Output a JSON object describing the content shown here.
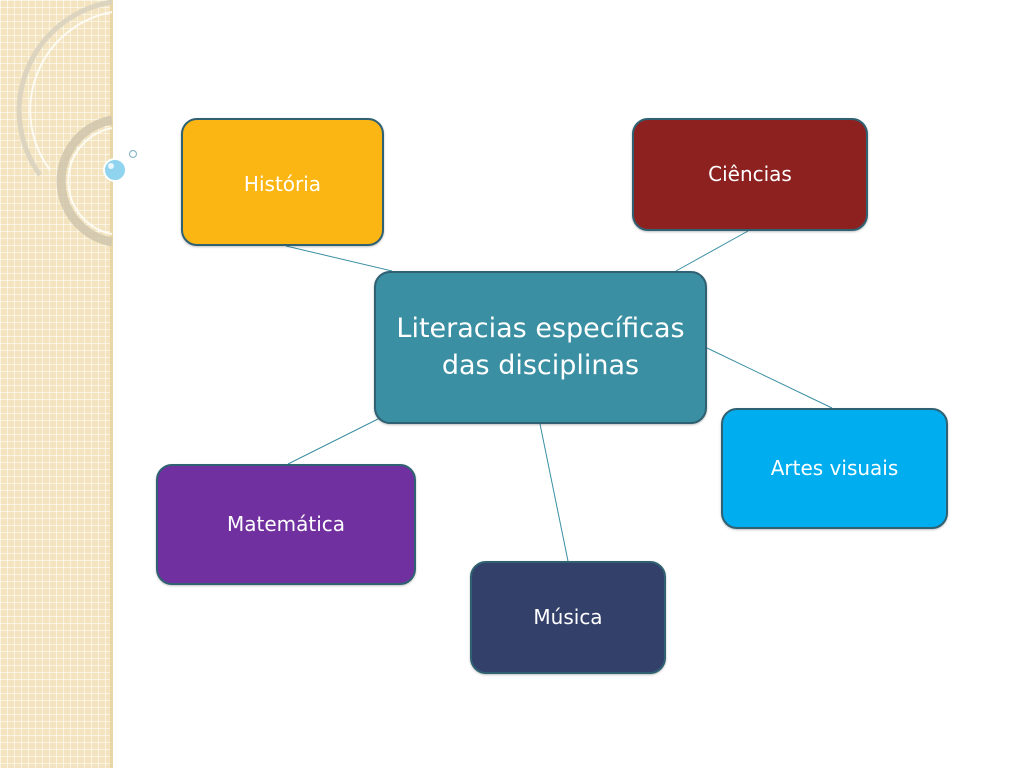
{
  "diagram": {
    "center": {
      "label": "Literacias específicas das disciplinas",
      "color": "#3a8fa3"
    },
    "branches": [
      {
        "id": "historia",
        "label": "História",
        "color": "#fcb614"
      },
      {
        "id": "ciencias",
        "label": "Ciências",
        "color": "#8d2120"
      },
      {
        "id": "artes",
        "label": "Artes visuais",
        "color": "#00aeef"
      },
      {
        "id": "matematica",
        "label": "Matemática",
        "color": "#7030a0"
      },
      {
        "id": "musica",
        "label": "Música",
        "color": "#33406a"
      }
    ],
    "connector_color": "#3a8fa3",
    "border_color": "#2f6173"
  },
  "theme": {
    "side_strip_color": "#f3e4bf",
    "ring_color": "#c8bfa6",
    "bubble_color": "#8fd3ee"
  }
}
